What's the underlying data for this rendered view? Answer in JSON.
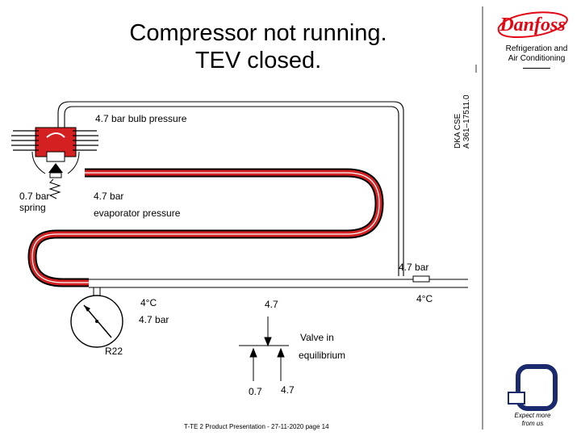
{
  "title_line1": "Compressor not running.",
  "title_line2": "TEV closed.",
  "brand": {
    "logo_text": "Danfoss",
    "subtitle_line1": "Refrigeration and",
    "subtitle_line2": "Air Conditioning"
  },
  "doc_code": {
    "line1": "DKA CSE",
    "line2": "A 361–17511.0"
  },
  "labels": {
    "bulb_pressure": "4.7 bar bulb pressure",
    "spring": "0.7 bar spring",
    "evap_bar": "4.7 bar",
    "evap_pressure": "evaporator pressure",
    "outlet_bar": "4.7 bar",
    "temp_left": "4°C",
    "temp_right": "4°C",
    "mid_value": "4.7",
    "gauge_bar": "4.7 bar",
    "refrigerant": "R22",
    "valve_in": "Valve in",
    "equilibrium": "equilibrium",
    "force_down": "0.7",
    "force_up": "4.7"
  },
  "colors": {
    "tube_red": "#d42020",
    "logo_red": "#e30613",
    "ink": "#000000"
  },
  "footer": "T-TE 2 Product Presentation - 27-11-2020 page 14",
  "expect": {
    "line1": "Expect more",
    "line2": "from us"
  }
}
